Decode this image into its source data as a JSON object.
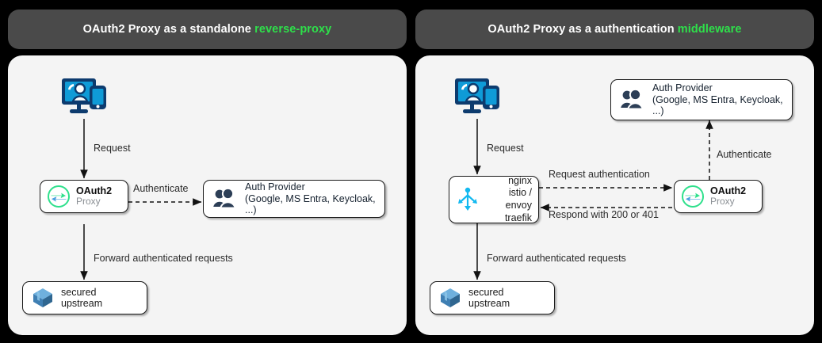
{
  "panels": [
    {
      "id": "standalone",
      "header": {
        "prefix": "OAuth2 Proxy as a standalone ",
        "accent": "reverse-proxy",
        "accent_color": "#2ee04a",
        "bar_color": "#4a4a4a"
      },
      "nodes": {
        "client": {
          "icon": "user-device-icon"
        },
        "proxy": {
          "title": "OAuth2",
          "subtitle": "Proxy",
          "icon": "oauth2-proxy-logo"
        },
        "auth_provider": {
          "title": "Auth Provider",
          "subtitle": "(Google, MS Entra, Keycloak, ...)",
          "icon": "users-icon"
        },
        "upstream": {
          "title": "secured upstream",
          "icon": "cube-icon"
        }
      },
      "edges": [
        {
          "label": "Request",
          "style": "solid"
        },
        {
          "label": "Authenticate",
          "style": "dashed"
        },
        {
          "label": "Forward authenticated requests",
          "style": "solid"
        }
      ]
    },
    {
      "id": "middleware",
      "header": {
        "prefix": "OAuth2 Proxy as a authentication ",
        "accent": "middleware",
        "accent_color": "#2ee04a",
        "bar_color": "#4a4a4a"
      },
      "nodes": {
        "client": {
          "icon": "user-device-icon"
        },
        "router": {
          "line1": "nginx",
          "line2": "istio / envoy",
          "line3": "traefik",
          "icon": "router-icon"
        },
        "proxy": {
          "title": "OAuth2",
          "subtitle": "Proxy",
          "icon": "oauth2-proxy-logo"
        },
        "auth_provider": {
          "title": "Auth Provider",
          "subtitle": "(Google, MS Entra, Keycloak, ...)",
          "icon": "users-icon"
        },
        "upstream": {
          "title": "secured upstream",
          "icon": "cube-icon"
        }
      },
      "edges": [
        {
          "label": "Request",
          "style": "solid"
        },
        {
          "label": "Request authentication",
          "style": "dashed"
        },
        {
          "label": "Respond with 200 or 401",
          "style": "dashed"
        },
        {
          "label": "Authenticate",
          "style": "dashed"
        },
        {
          "label": "Forward authenticated requests",
          "style": "solid"
        }
      ]
    }
  ],
  "colors": {
    "background": "#000000",
    "panel_body": "#f4f4f4",
    "header_bar": "#4a4a4a",
    "accent_green": "#2ee04a",
    "logo_green": "#2ee08c",
    "logo_blue": "#4c9fe0",
    "client_blue": "#0f9bd7",
    "client_navy": "#0d3b6e",
    "router_cyan": "#12b9f0",
    "cube_blue": "#4a8fc4",
    "provider_navy": "#2c3e56"
  }
}
